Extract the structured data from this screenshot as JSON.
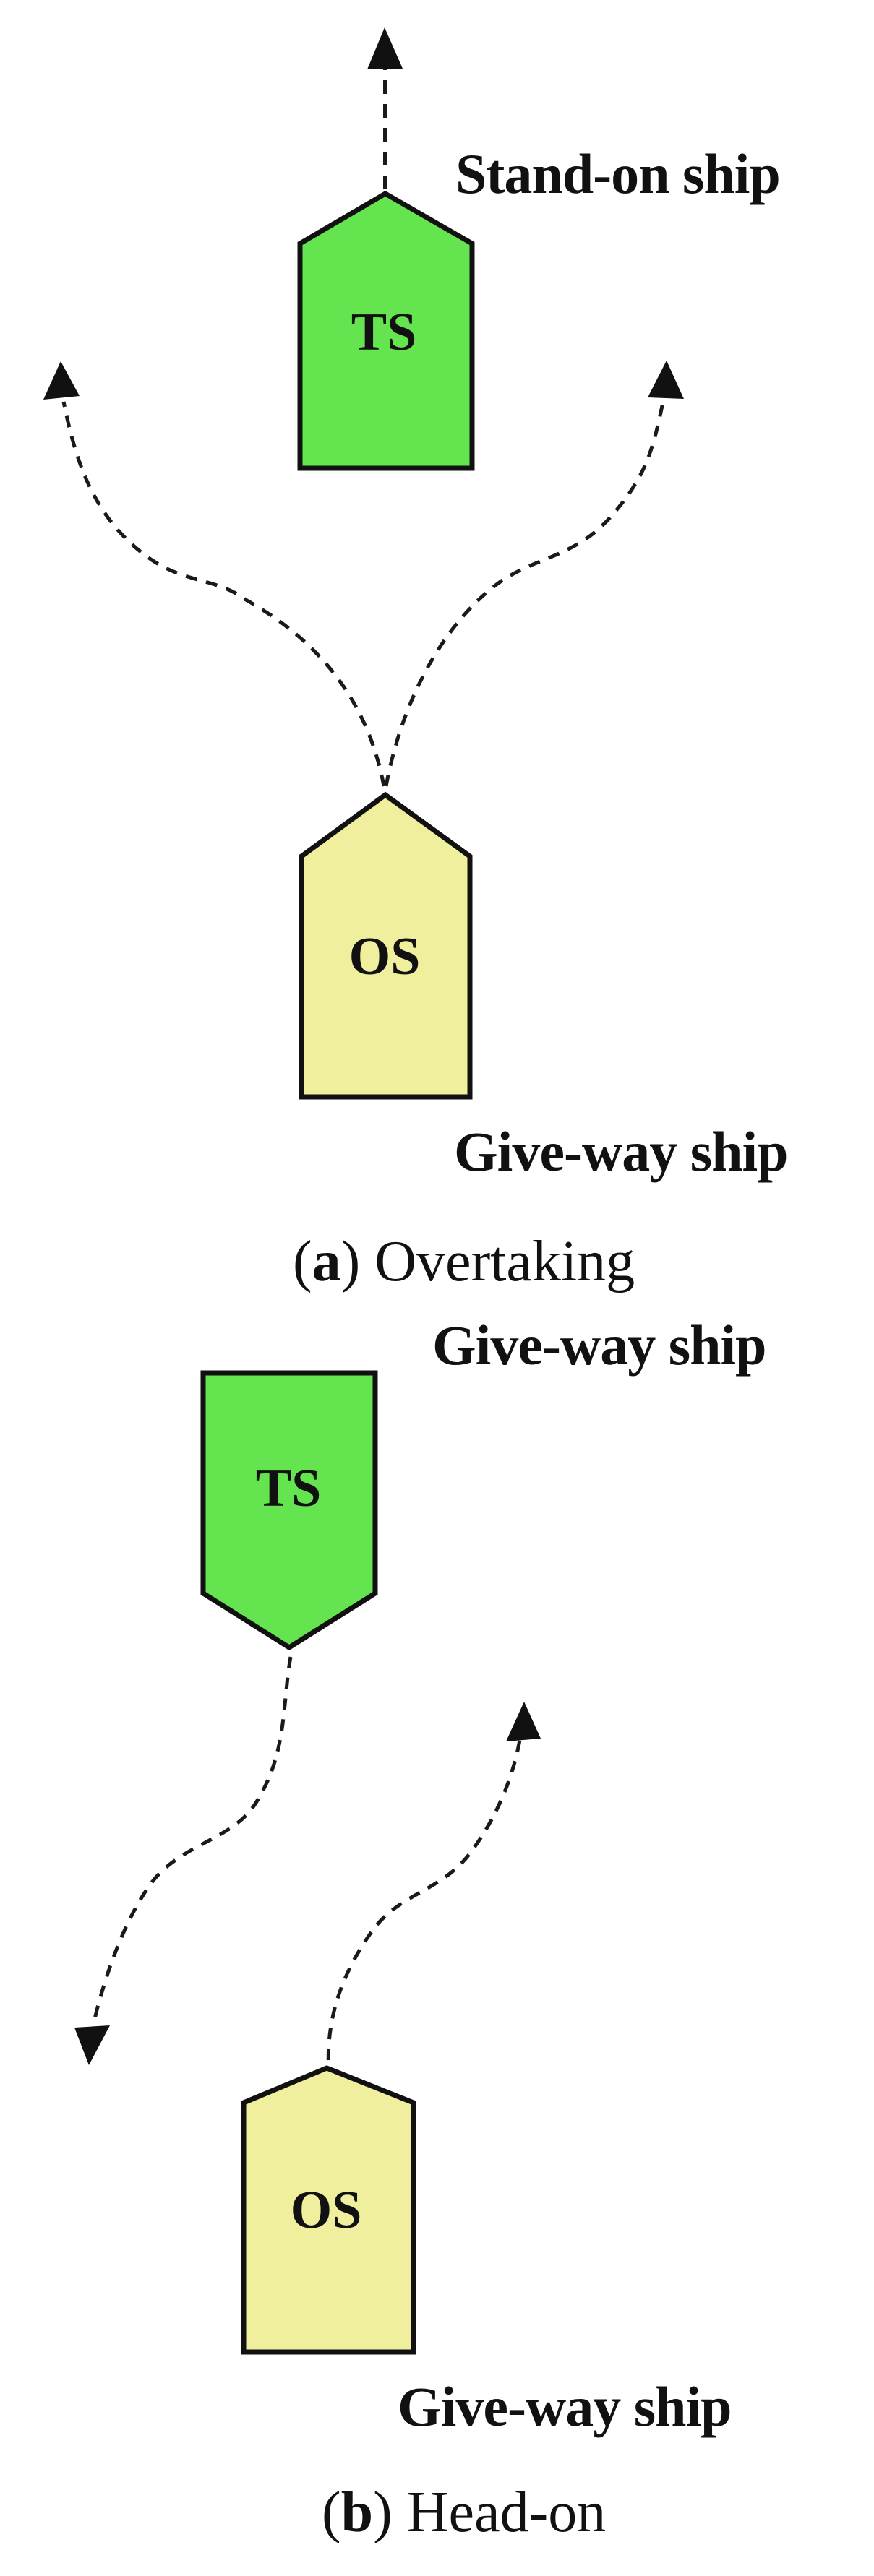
{
  "colors": {
    "background": "#ffffff",
    "target_ship_green": "#64E44E",
    "own_ship_yellow": "#F0EF9D",
    "outline_black": "#111111"
  },
  "panel_a": {
    "target_ship": {
      "label": "TS",
      "role": "Stand-on ship"
    },
    "own_ship": {
      "label": "OS",
      "role": "Give-way ship"
    },
    "caption": {
      "open_paren": "(",
      "letter": "a",
      "rest": ") Overtaking"
    }
  },
  "panel_b": {
    "target_ship": {
      "label": "TS",
      "role": "Give-way ship"
    },
    "own_ship": {
      "label": "OS",
      "role": "Give-way ship"
    },
    "caption": {
      "open_paren": "(",
      "letter": "b",
      "rest": ") Head-on"
    }
  }
}
